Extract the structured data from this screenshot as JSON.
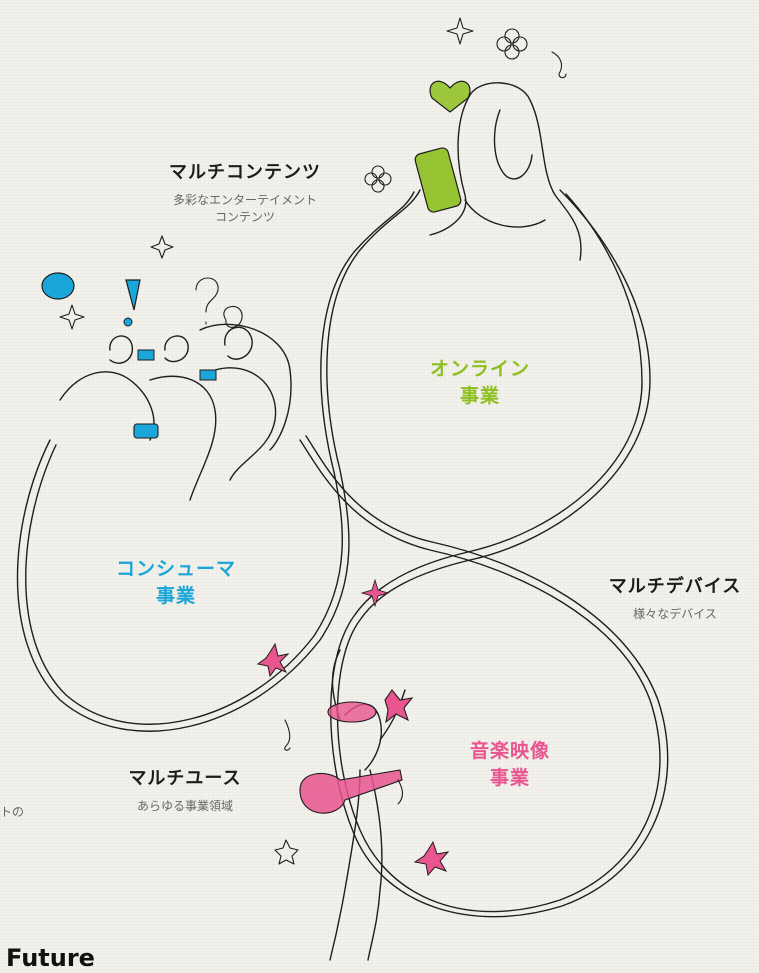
{
  "labels": {
    "multi_contents": {
      "title": "マルチコンテンツ",
      "sub1": "多彩なエンターテイメント",
      "sub2": "コンテンツ"
    },
    "multi_device": {
      "title": "マルチデバイス",
      "sub": "様々なデバイス"
    },
    "multi_use": {
      "title": "マルチユース",
      "sub": "あらゆる事業領域"
    }
  },
  "businesses": {
    "online": {
      "line1": "オンライン",
      "line2": "事業",
      "color": "#8dbf1f"
    },
    "consumer": {
      "line1": "コンシューマ",
      "line2": "事業",
      "color": "#1aa6d8"
    },
    "music_video": {
      "line1": "音楽映像",
      "line2": "事業",
      "color": "#e8558f"
    }
  },
  "fragments": {
    "left_edge": "トの",
    "bottom": "Future"
  },
  "colors": {
    "green": "#8dbf1f",
    "blue": "#1aa6d8",
    "pink": "#e8558f",
    "line": "#1e1e1e"
  }
}
